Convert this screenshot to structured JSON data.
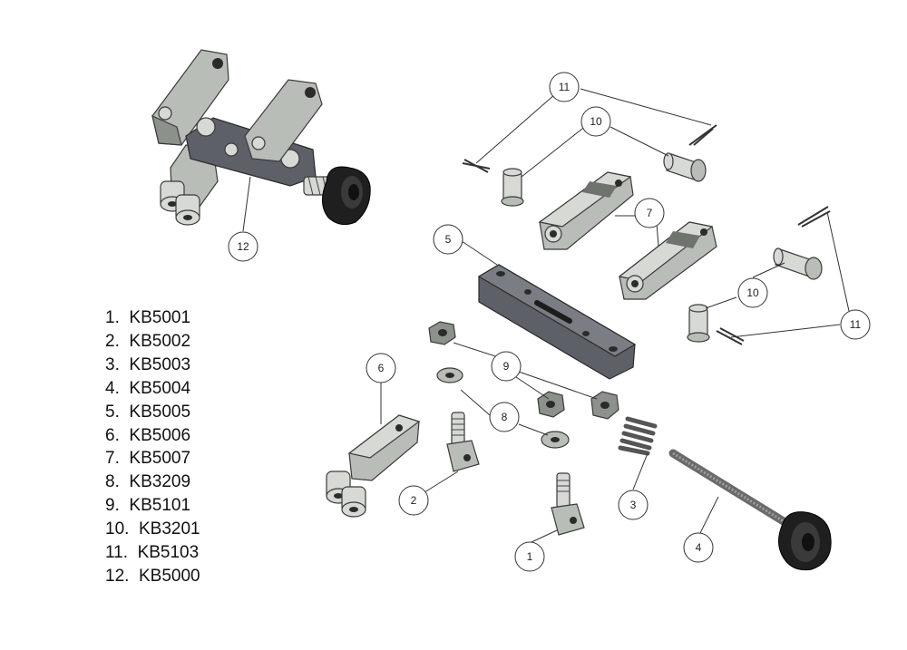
{
  "parts_list": [
    {
      "number": "1.",
      "code": "KB5001"
    },
    {
      "number": "2.",
      "code": "KB5002"
    },
    {
      "number": "3.",
      "code": "KB5003"
    },
    {
      "number": "4.",
      "code": "KB5004"
    },
    {
      "number": "5.",
      "code": "KB5005"
    },
    {
      "number": "6.",
      "code": "KB5006"
    },
    {
      "number": "7.",
      "code": "KB5007"
    },
    {
      "number": "8.",
      "code": "KB3209"
    },
    {
      "number": "9.",
      "code": "KB5101"
    },
    {
      "number": "10.",
      "code": "KB3201"
    },
    {
      "number": "11.",
      "code": "KB5103"
    },
    {
      "number": "12.",
      "code": "KB5000"
    }
  ],
  "callouts": [
    {
      "id": "callout-1",
      "label": "1"
    },
    {
      "id": "callout-2",
      "label": "2"
    },
    {
      "id": "callout-3",
      "label": "3"
    },
    {
      "id": "callout-4",
      "label": "4"
    },
    {
      "id": "callout-5",
      "label": "5"
    },
    {
      "id": "callout-6",
      "label": "6"
    },
    {
      "id": "callout-7",
      "label": "7"
    },
    {
      "id": "callout-8",
      "label": "8"
    },
    {
      "id": "callout-9",
      "label": "9"
    },
    {
      "id": "callout-10-top",
      "label": "10"
    },
    {
      "id": "callout-10-right",
      "label": "10"
    },
    {
      "id": "callout-11-top",
      "label": "11"
    },
    {
      "id": "callout-11-right",
      "label": "11"
    },
    {
      "id": "callout-12",
      "label": "12"
    }
  ],
  "colors": {
    "part_metal": "#b9bdb8",
    "part_bar": "#5d6066",
    "knob": "#1f1f1f",
    "line": "#333333",
    "background": "#ffffff"
  }
}
